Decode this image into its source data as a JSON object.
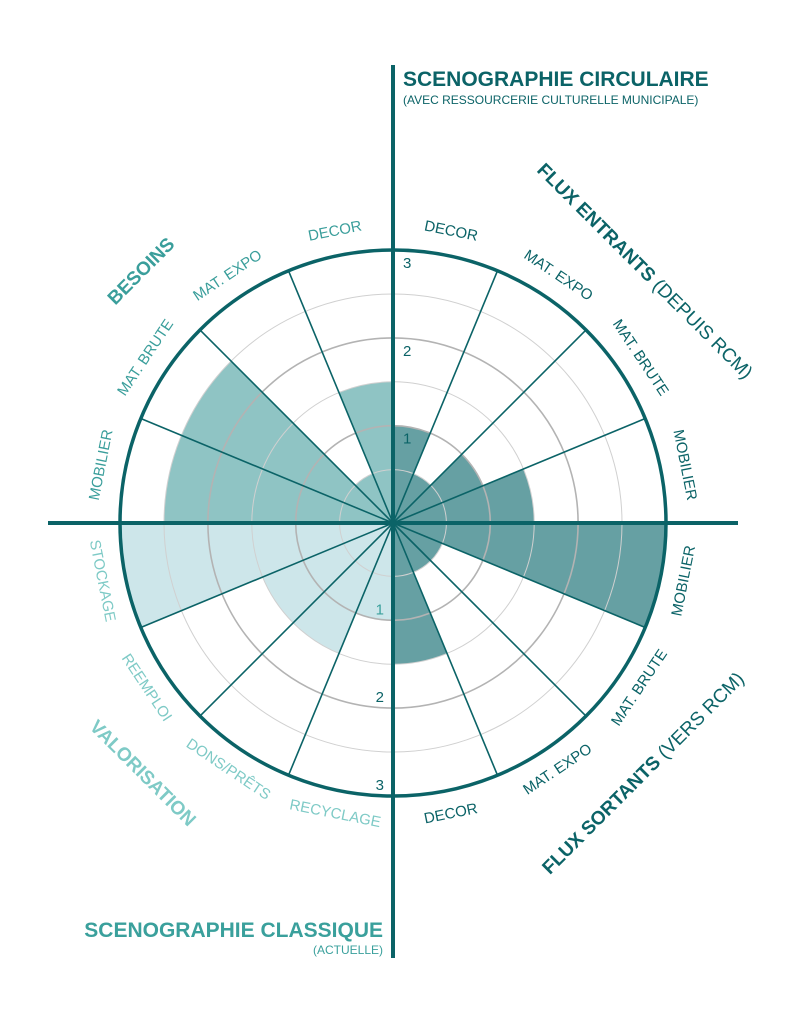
{
  "titles": {
    "top": "SCENOGRAPHIE CIRCULAIRE",
    "top_sub": "(AVEC RESSOURCERIE CULTURELLE MUNICIPALE)",
    "bottom": "SCENOGRAPHIE CLASSIQUE",
    "bottom_sub": "(ACTUELLE)"
  },
  "colors": {
    "axis": "#0b6367",
    "ring": "#bdbdbd",
    "flux": "#66a0a3",
    "besoins": "#8fc4c4",
    "valorisation": "#cde6ea",
    "label_dark": "#0b6367",
    "label_besoins": "#3a9e9b",
    "label_valorisation": "#7ecac6"
  },
  "chart_data": {
    "type": "polar-area",
    "rmax": 3,
    "ring_step": 0.5,
    "tick_labels_top": [
      "1",
      "2",
      "3"
    ],
    "tick_labels_bottom": [
      "1",
      "2",
      "3"
    ],
    "groups": [
      {
        "name": "FLUX ENTRANTS",
        "suffix": " (DEPUIS RCM)",
        "key": "flux",
        "label_color": "label_dark",
        "start_deg": 0,
        "categories": [
          "DECOR",
          "MAT. EXPO",
          "MAT. BRUTE",
          "MOBILIER"
        ],
        "values": [
          1,
          0.5,
          1,
          1.5
        ]
      },
      {
        "name": "FLUX SORTANTS",
        "suffix": " (VERS RCM)",
        "key": "flux",
        "label_color": "label_dark",
        "start_deg": 90,
        "categories": [
          "MOBILIER",
          "MAT. BRUTE",
          "MAT. EXPO",
          "DECOR"
        ],
        "values": [
          3,
          0.5,
          0.5,
          1.5
        ]
      },
      {
        "name": "VALORISATION",
        "suffix": "",
        "key": "valorisation",
        "label_color": "label_valorisation",
        "start_deg": 180,
        "categories": [
          "RECYCLAGE",
          "DONS/PRÊTS",
          "REEMPLOI",
          "STOCKAGE"
        ],
        "values": [
          1,
          1.5,
          1.5,
          3
        ]
      },
      {
        "name": "BESOINS",
        "suffix": "",
        "key": "besoins",
        "label_color": "label_besoins",
        "start_deg": 270,
        "categories": [
          "MOBILIER",
          "MAT. BRUTE",
          "MAT. EXPO",
          "DECOR"
        ],
        "values": [
          2.5,
          2.5,
          0.5,
          1.5
        ]
      }
    ]
  }
}
